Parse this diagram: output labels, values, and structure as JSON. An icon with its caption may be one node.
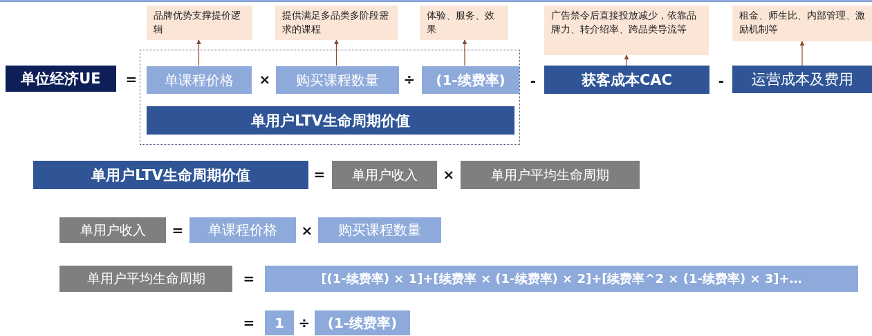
{
  "diagram": {
    "nodes": [
      {
        "text": [
          "品牌优势支撑提价逻辑"
        ]
      },
      {
        "text": [
          "提供满足多品类多阶段需求的课程"
        ]
      },
      {
        "text": [
          "体验、服务、效果"
        ]
      },
      {
        "text": [
          "广告禁令后直接投放减少，依靠品牌力、转介绍率、跨品类导流等"
        ]
      },
      {
        "text": [
          "租金、师生比、内部管理、激励机制等"
        ]
      },
      {
        "text": [
          "单位经济UE"
        ]
      },
      {
        "text": [],
        "shape": "box"
      },
      {
        "text": [
          "单课程价格"
        ],
        "in": 6
      },
      {
        "text": [
          "购买课程数量"
        ],
        "in": 6
      },
      {
        "text": [
          "(1-续费率)"
        ],
        "in": 6
      },
      {
        "text": [
          "获客成本CAC"
        ]
      },
      {
        "text": [
          "运营成本及费用"
        ]
      },
      {
        "text": [
          "单用户LTV生命周期价值"
        ],
        "in": 6
      },
      {
        "text": [
          "单用户LTV生命周期价值"
        ]
      },
      {
        "text": [
          "单用户收入"
        ]
      },
      {
        "text": [
          "单用户平均生命周期"
        ]
      },
      {
        "text": [
          "单用户收入"
        ]
      },
      {
        "text": [
          "单课程价格"
        ]
      },
      {
        "text": [
          "购买课程数量"
        ]
      },
      {
        "text": [
          "单用户平均生命周期"
        ]
      },
      {
        "text": [
          "[(1-续费率) × 1]+[续费率 × (1-续费率) × 2]+[续费率^2 × (1-续费率) × 3]+…"
        ]
      },
      {
        "text": [
          "1"
        ]
      },
      {
        "text": [
          "(1-续费率)"
        ]
      }
    ],
    "edges": [
      {
        "from": 7,
        "to": 0,
        "arrow": "to"
      },
      {
        "from": 8,
        "to": 1,
        "arrow": "to"
      },
      {
        "from": 9,
        "to": 2,
        "arrow": "to"
      },
      {
        "from": 10,
        "to": 3,
        "arrow": "to"
      },
      {
        "from": 11,
        "to": 4,
        "arrow": "to"
      }
    ],
    "labels": [
      "=",
      "×",
      "÷",
      "-",
      "-",
      "=",
      "×",
      "=",
      "×",
      "=",
      "=",
      "÷"
    ]
  }
}
